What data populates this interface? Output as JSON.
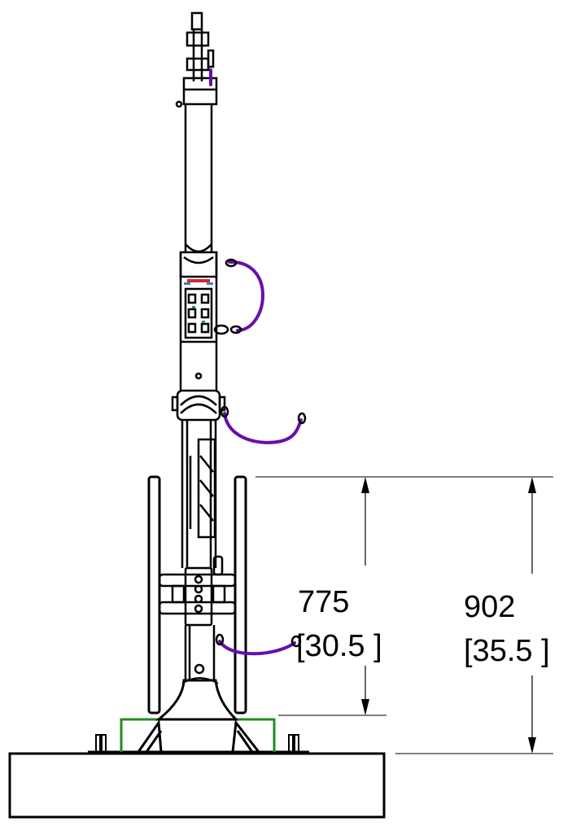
{
  "dimensions": {
    "inner": {
      "value_mm": "775",
      "value_in": "[30.5 ]"
    },
    "outer": {
      "value_mm": "902",
      "value_in": "[35.5 ]"
    }
  },
  "colors": {
    "line": "#000000",
    "hose": "#6a0dad",
    "frame_green": "#228b22",
    "accent_red": "#d62828",
    "accent_blue": "#3a7bd5",
    "accent_green": "#2e8b57"
  }
}
